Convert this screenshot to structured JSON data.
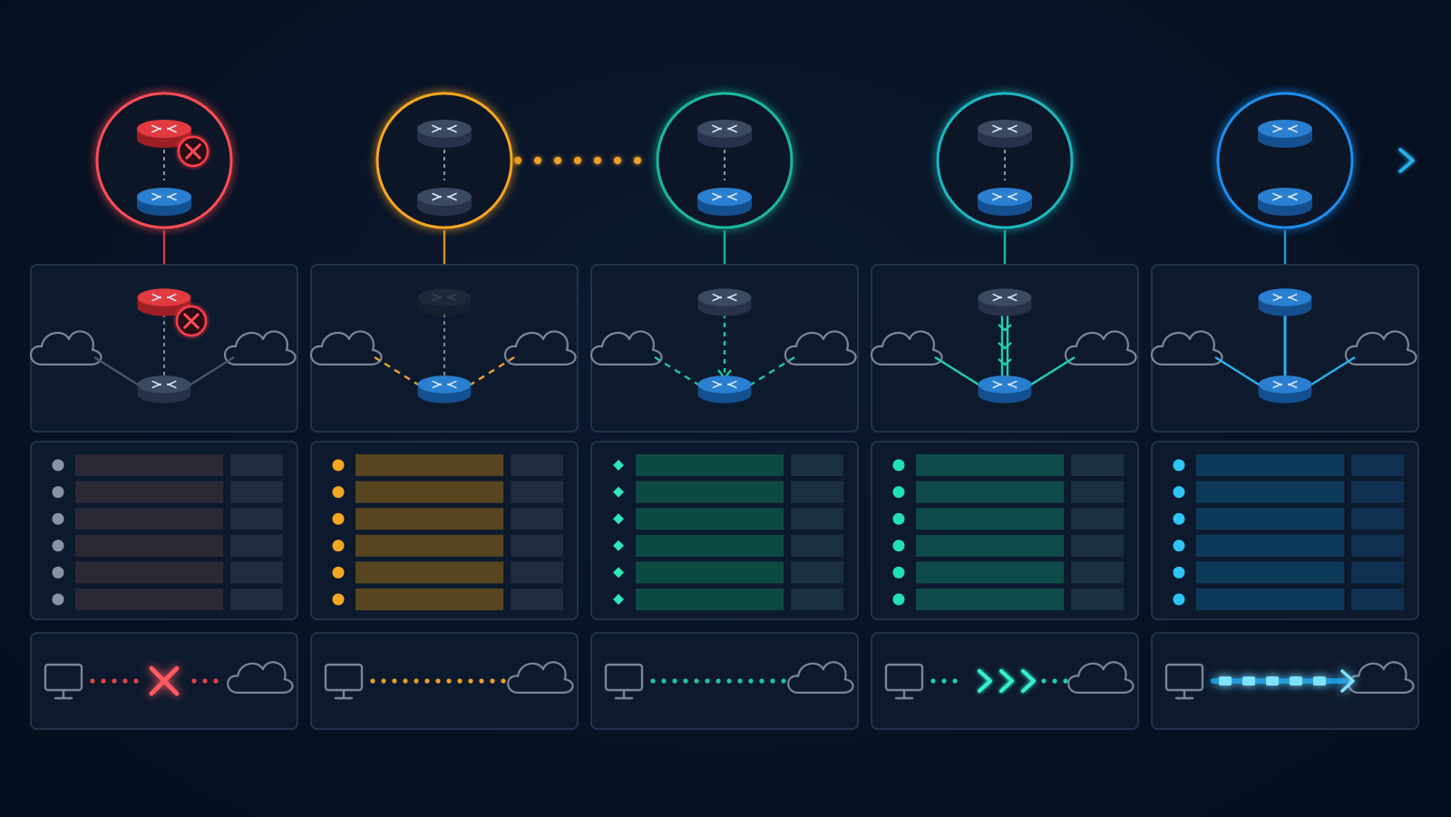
{
  "stages": [
    {
      "status": "failed",
      "accent": "#e8444a",
      "ring": "#ff4d55",
      "link_to_next": "solid",
      "top_primary_state": "failed",
      "top_secondary_state": "active",
      "mid_primary_state": "failed",
      "mid_secondary_state": "inactive",
      "mid_uplink": "dashed-inactive",
      "mid_branches": "solid-inactive",
      "table_rows": 6,
      "table_marker": "dot",
      "table_fill": "#2a2934",
      "table_side_fill": "#1f2c42",
      "table_dot": "#8a93a3",
      "flow": "blocked"
    },
    {
      "status": "pending",
      "accent": "#f0a02c",
      "ring": "#f5a623",
      "link_to_next": "dotted",
      "top_primary_state": "inactive",
      "top_secondary_state": "inactive",
      "mid_primary_state": "faded",
      "mid_secondary_state": "active",
      "mid_uplink": "dashed-inactive",
      "mid_branches": "dashed-accent",
      "table_rows": 6,
      "table_marker": "dot",
      "table_fill": "#57451f",
      "table_side_fill": "#1f2c42",
      "table_dot": "#f5a623",
      "flow": "dotted"
    },
    {
      "status": "converging",
      "accent": "#1ec8a0",
      "ring": "#1ab8a0",
      "link_to_next": "solid",
      "top_primary_state": "inactive",
      "top_secondary_state": "active",
      "mid_primary_state": "inactive",
      "mid_secondary_state": "active",
      "mid_uplink": "dashed-accent-arrow",
      "mid_branches": "dashed-accent",
      "table_rows": 6,
      "table_marker": "diamond",
      "table_fill": "#0e4a44",
      "table_side_fill": "#1b3040",
      "table_dot": "#2ee6b8",
      "flow": "pulse"
    },
    {
      "status": "syncing",
      "accent": "#20d0b0",
      "ring": "#1fb8c0",
      "link_to_next": "solid",
      "top_primary_state": "inactive",
      "top_secondary_state": "active",
      "mid_primary_state": "inactive",
      "mid_secondary_state": "active",
      "mid_uplink": "double-arrow",
      "mid_branches": "solid-accent",
      "table_rows": 6,
      "table_marker": "dot",
      "table_fill": "#0d4a48",
      "table_side_fill": "#1b3040",
      "table_dot": "#24e0b8",
      "flow": "chevrons"
    },
    {
      "status": "active",
      "accent": "#2bb0f0",
      "ring": "#1e8ff0",
      "link_to_next": "arrow",
      "top_primary_state": "active",
      "top_secondary_state": "active",
      "mid_primary_state": "active",
      "mid_secondary_state": "active",
      "mid_uplink": "solid-accent",
      "mid_branches": "solid-accent",
      "table_rows": 6,
      "table_marker": "dot",
      "table_fill": "#0e3a5a",
      "table_side_fill": "#0f3050",
      "table_dot": "#2ec4f5",
      "flow": "stream"
    }
  ],
  "colors": {
    "panel_fill": "#0d1a2d",
    "panel_stroke": "#26364f",
    "inactive_device": "#3a4860",
    "active_device": "#1d6fbf",
    "cloud_stroke": "#7a8597",
    "monitor_stroke": "#7a8597"
  },
  "icons": [
    "router-icon",
    "cloud-icon",
    "monitor-icon",
    "error-x-icon",
    "arrow-right-icon"
  ]
}
